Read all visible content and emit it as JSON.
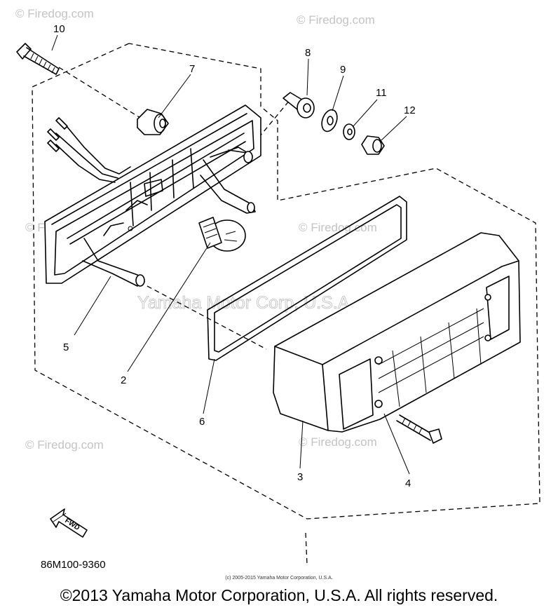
{
  "watermarks": {
    "site": "© Firedog.com",
    "center": "Yamaha Motor Corp, U.S.A."
  },
  "callouts": [
    "10",
    "7",
    "8",
    "9",
    "11",
    "12",
    "5",
    "2",
    "6",
    "3",
    "4"
  ],
  "direction_label": "FWD",
  "diagram_code": "86M100-9360",
  "small_copyright": "(c) 2005-2015 Yamaha Motor Corporation, U.S.A.",
  "footer_copyright": "©2013 Yamaha Motor Corporation, U.S.A. All rights reserved."
}
